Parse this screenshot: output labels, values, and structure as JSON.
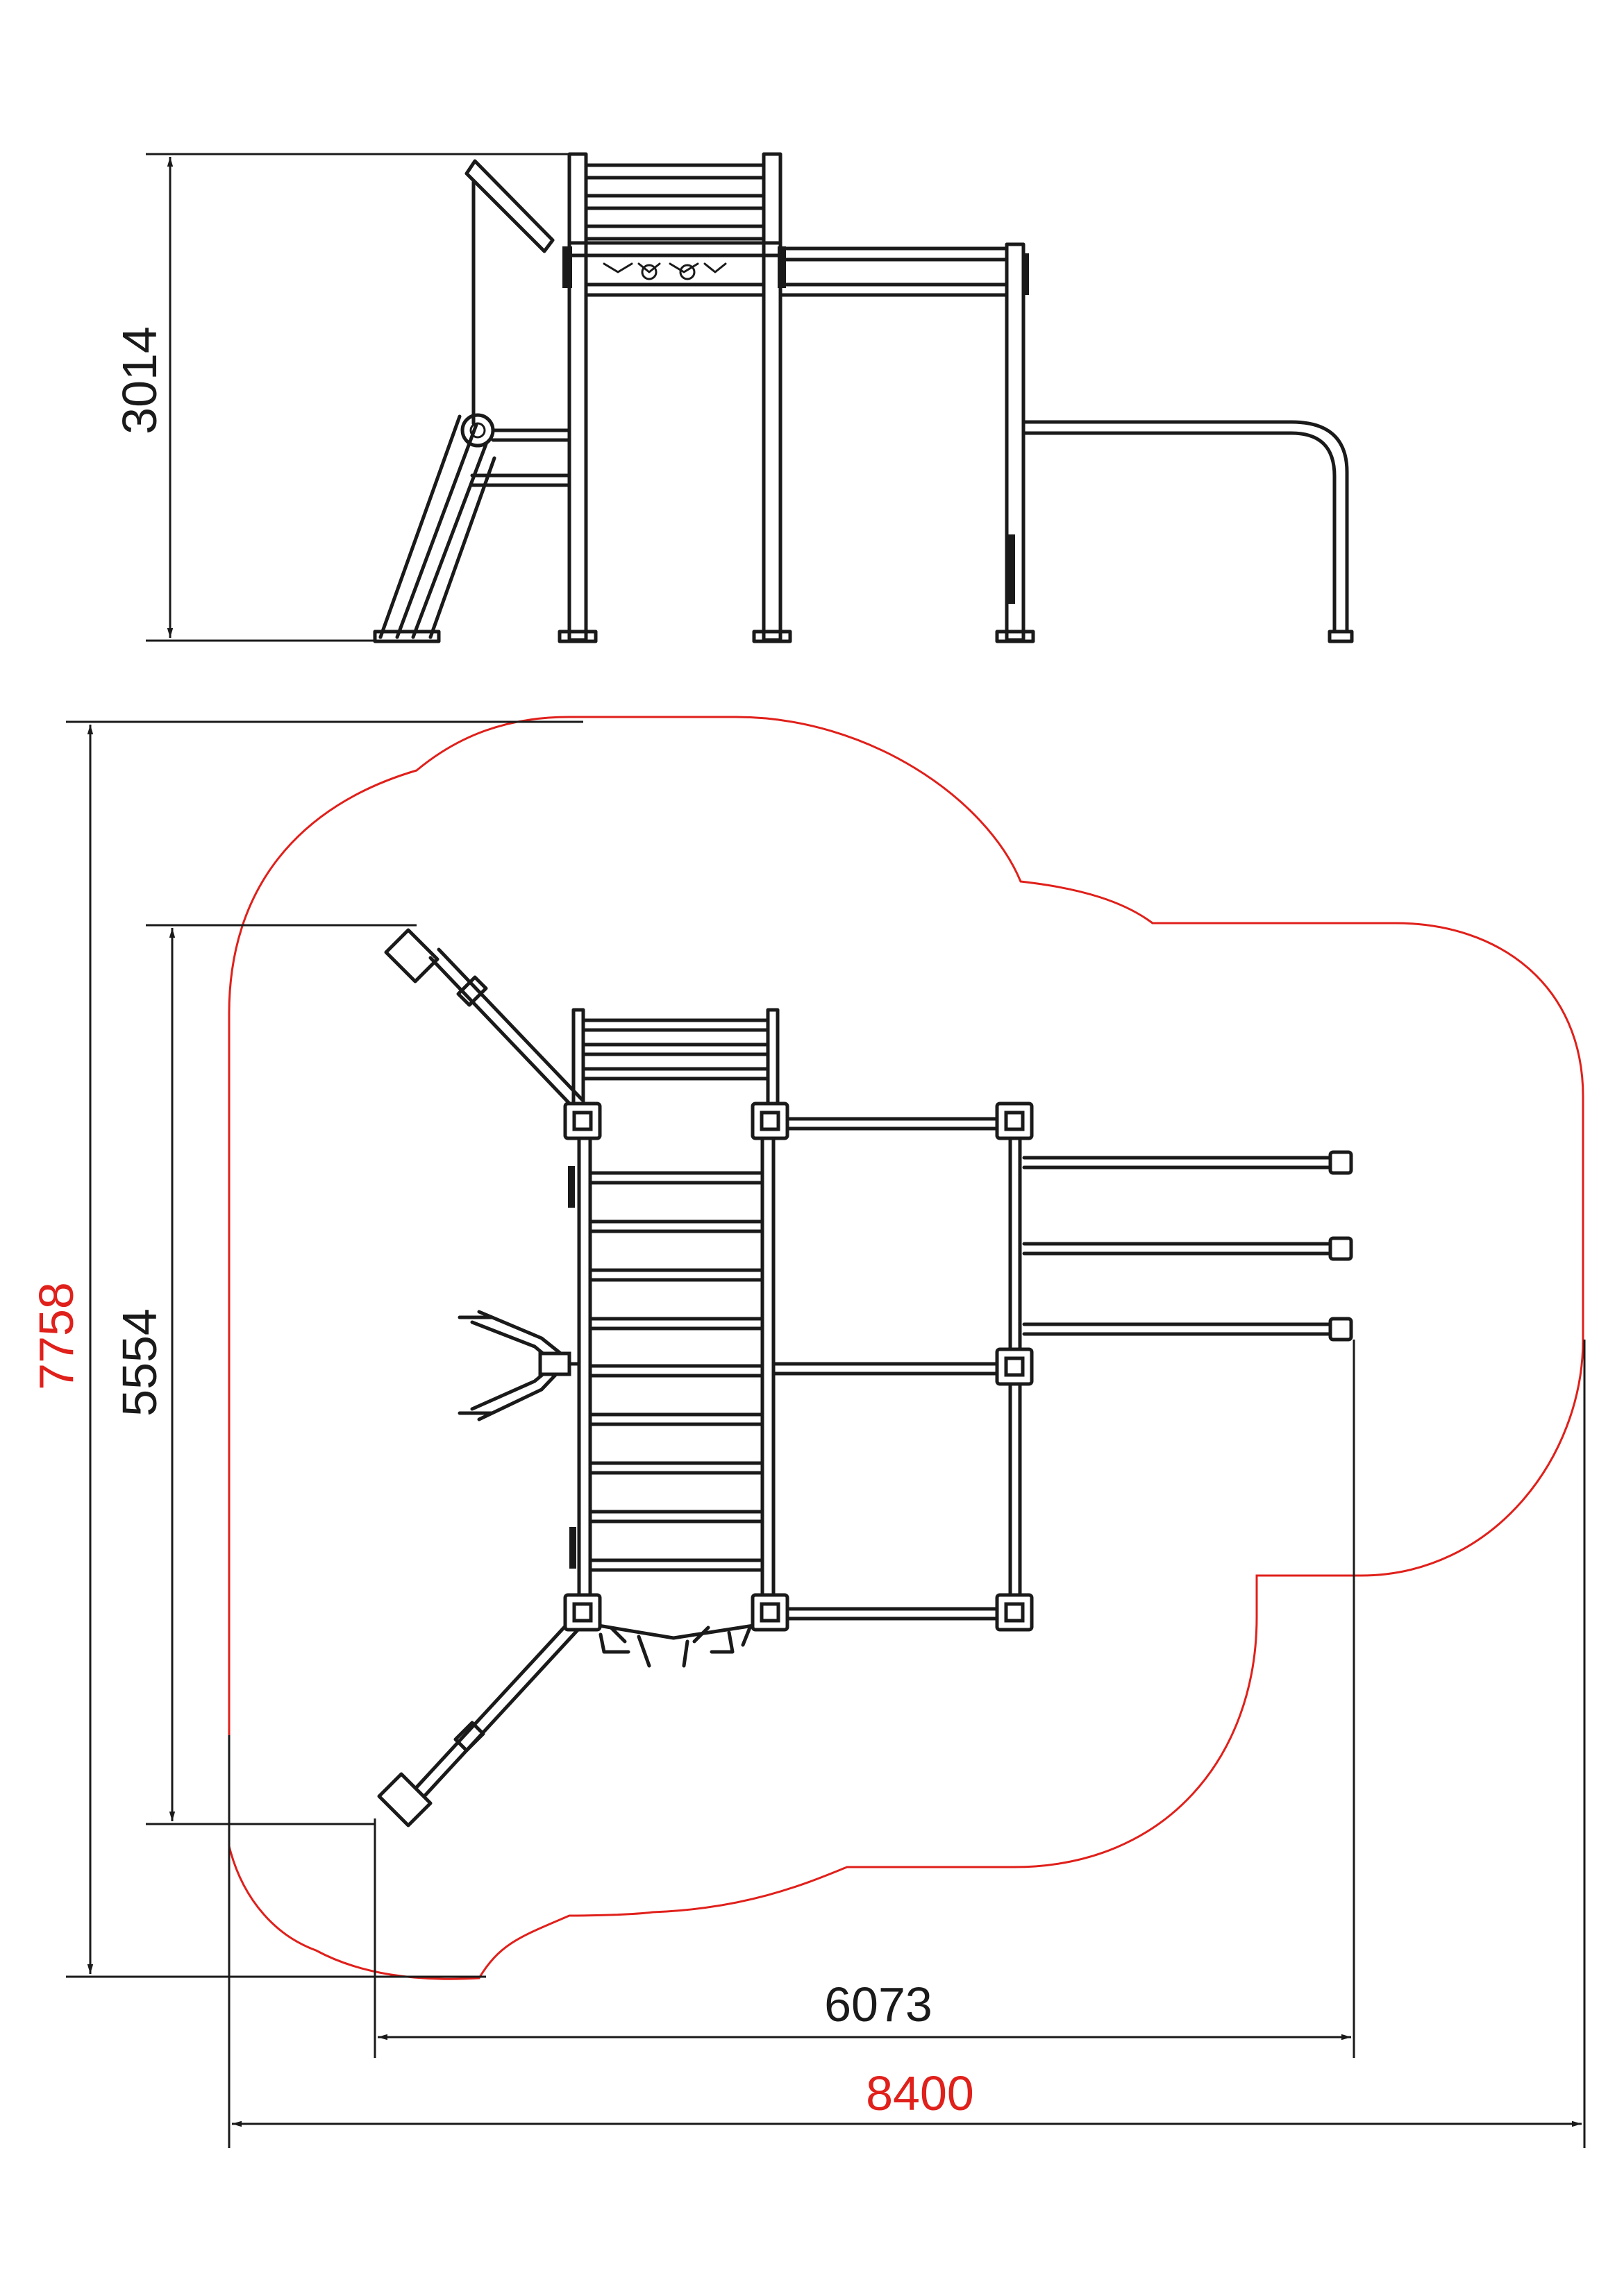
{
  "dimensions": {
    "height": "3014",
    "depth_inner": "5554",
    "depth_zone": "7758",
    "width_inner": "6073",
    "width_zone": "8400"
  },
  "colors": {
    "line": "#1a1a1a",
    "safety_zone": "#e0201b",
    "background": "#ffffff"
  }
}
